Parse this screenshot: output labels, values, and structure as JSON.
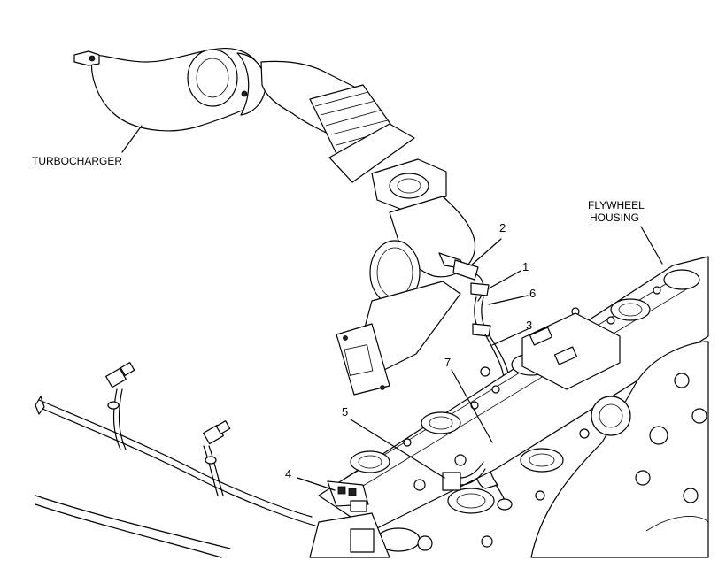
{
  "labels": {
    "turbocharger": "TURBOCHARGER",
    "flywheel_line1": "FLYWHEEL",
    "flywheel_line2": "HOUSING"
  },
  "callouts": [
    "1",
    "2",
    "3",
    "4",
    "5",
    "6",
    "7"
  ]
}
